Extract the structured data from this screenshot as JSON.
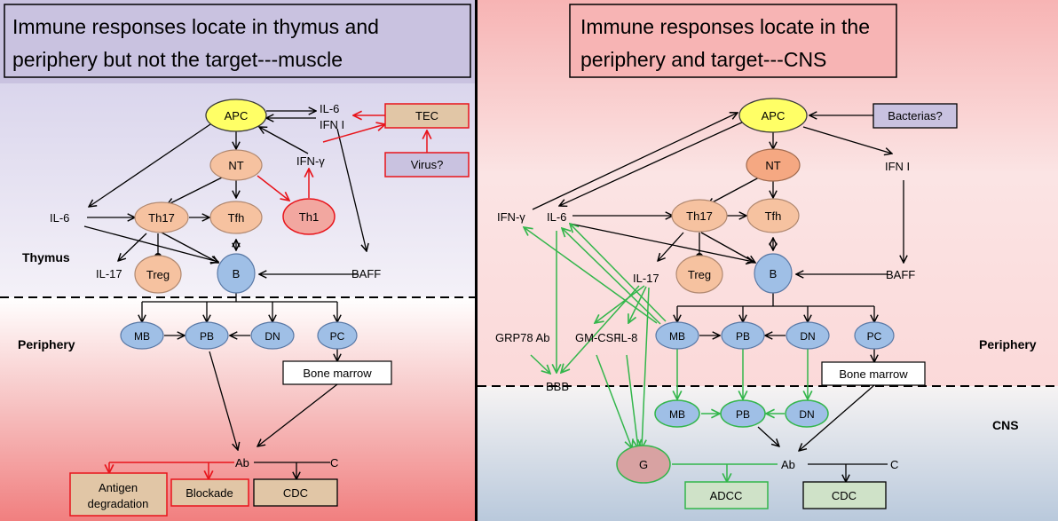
{
  "left": {
    "title_line1": "Immune responses locate in thymus and",
    "title_line2": "periphery but not the target---muscle",
    "labels": {
      "thymus": "Thymus",
      "periphery": "Periphery"
    },
    "nodes": {
      "apc": "APC",
      "nt": "NT",
      "th17": "Th17",
      "tfh": "Tfh",
      "th1": "Th1",
      "treg": "Treg",
      "b": "B",
      "mb": "MB",
      "pb": "PB",
      "dn": "DN",
      "pc": "PC",
      "tec": "TEC",
      "virus": "Virus?",
      "bone_marrow": "Bone marrow",
      "antigen_line1": "Antigen",
      "antigen_line2": "degradation",
      "blockade": "Blockade",
      "cdc": "CDC"
    },
    "text": {
      "il6_top": "IL-6",
      "ifn1_top": "IFN I",
      "ifng": "IFN-γ",
      "il6_left": "IL-6",
      "il17": "IL-17",
      "baff": "BAFF",
      "ab": "Ab",
      "c": "C"
    }
  },
  "right": {
    "title_line1": "Immune responses locate in the",
    "title_line2": "periphery and target---CNS",
    "labels": {
      "periphery": "Periphery",
      "cns": "CNS"
    },
    "nodes": {
      "apc": "APC",
      "bacterias": "Bacterias?",
      "nt": "NT",
      "th17": "Th17",
      "tfh": "Tfh",
      "treg": "Treg",
      "b": "B",
      "mb": "MB",
      "pb": "PB",
      "dn": "DN",
      "pc": "PC",
      "mb2": "MB",
      "pb2": "PB",
      "dn2": "DN",
      "g": "G",
      "bone_marrow": "Bone marrow",
      "adcc": "ADCC",
      "cdc": "CDC"
    },
    "text": {
      "ifn1": "IFN I",
      "ifng": "IFN-γ",
      "il6": "IL-6",
      "il17": "IL-17",
      "baff": "BAFF",
      "grp78": "GRP78 Ab",
      "gmcsf": "GM-CSF",
      "il8": "IL-8",
      "bbb": "BBB",
      "ab": "Ab",
      "c": "C"
    }
  },
  "colors": {
    "black": "#000000",
    "red": "#e8141b",
    "green": "#33b64b",
    "apc_fill": "#ffff66",
    "b_cells_fill": "#9fbfe6",
    "t_cells_fill": "#f6c2a0",
    "nt_right_fill": "#f5a882",
    "th1_fill": "#f2a7a0",
    "purple_box": "#c9c2e0",
    "tan_box": "#e1c6a6",
    "green_box": "#cfe2c8",
    "g_fill": "#d8a2a2"
  }
}
